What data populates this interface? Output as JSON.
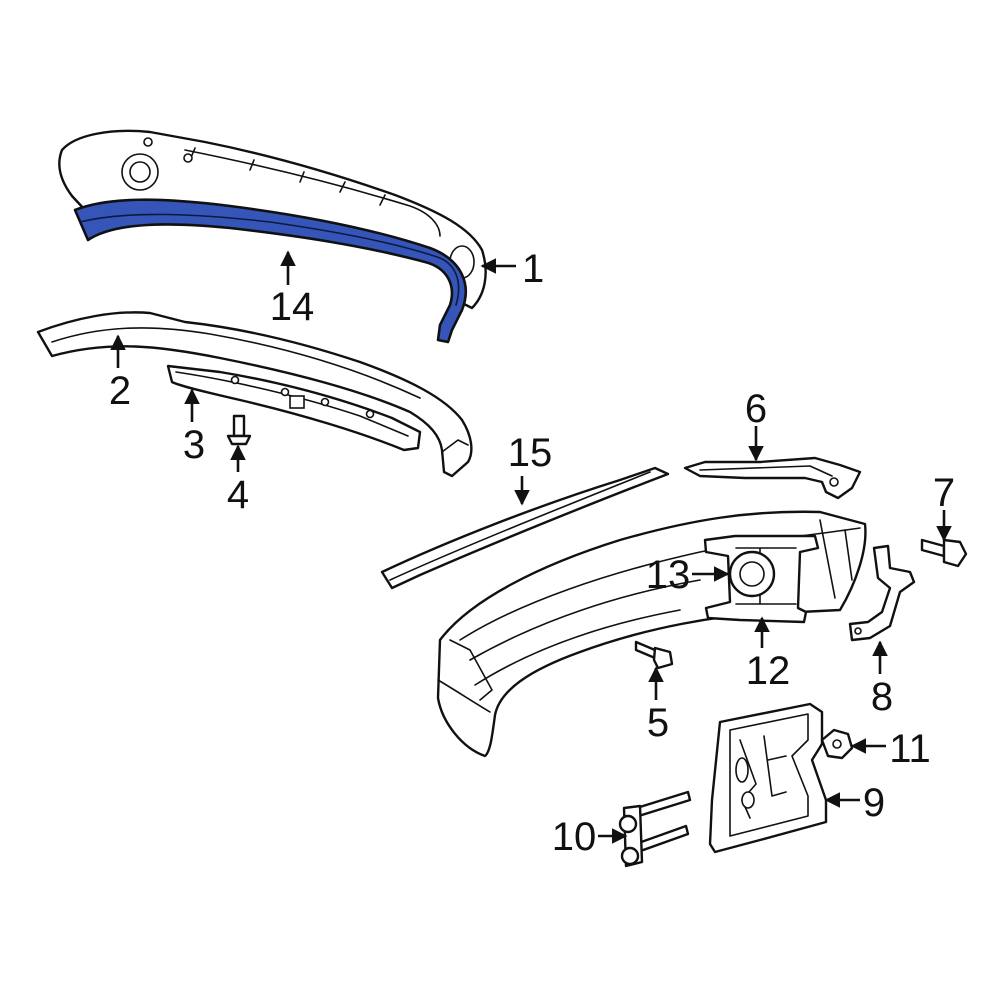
{
  "diagram": {
    "highlight_color": "#3556b8",
    "outline_color": "#111111",
    "callouts": {
      "c1": "1",
      "c2": "2",
      "c3": "3",
      "c4": "4",
      "c5": "5",
      "c6": "6",
      "c7": "7",
      "c8": "8",
      "c9": "9",
      "c10": "10",
      "c11": "11",
      "c12": "12",
      "c13": "13",
      "c14": "14",
      "c15": "15"
    }
  }
}
